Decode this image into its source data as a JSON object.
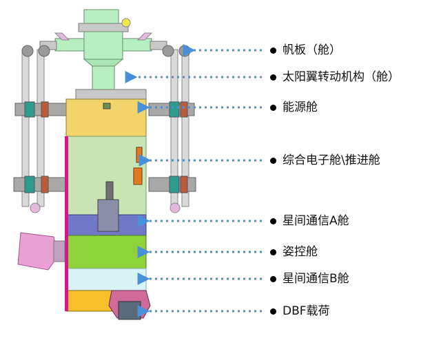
{
  "colors": {
    "energy_module": "#f2d46b",
    "electronics_module": "#c9e4b4",
    "isl_a_module": "#6f79c8",
    "attitude_module": "#8ed33c",
    "isl_b_module": "#d8f4f6",
    "payload_base": "#f7bf2a",
    "solar_drive": "#b7efc0",
    "solar_panel_frame": "#a0a0a0",
    "magenta_accent": "#d4168f",
    "pointer_arrow": "#4a90d8"
  },
  "labels": [
    {
      "key": "sail",
      "text": "帆板（舱）"
    },
    {
      "key": "solar_drive",
      "text": "太阳翼转动机构（舱）"
    },
    {
      "key": "energy",
      "text": "能源舱"
    },
    {
      "key": "electronics",
      "text": "综合电子舱\\推进舱"
    },
    {
      "key": "isl_a",
      "text": "星间通信A舱"
    },
    {
      "key": "attitude",
      "text": "姿控舱"
    },
    {
      "key": "isl_b",
      "text": "星间通信B舱"
    },
    {
      "key": "dbf",
      "text": "DBF载荷"
    }
  ]
}
